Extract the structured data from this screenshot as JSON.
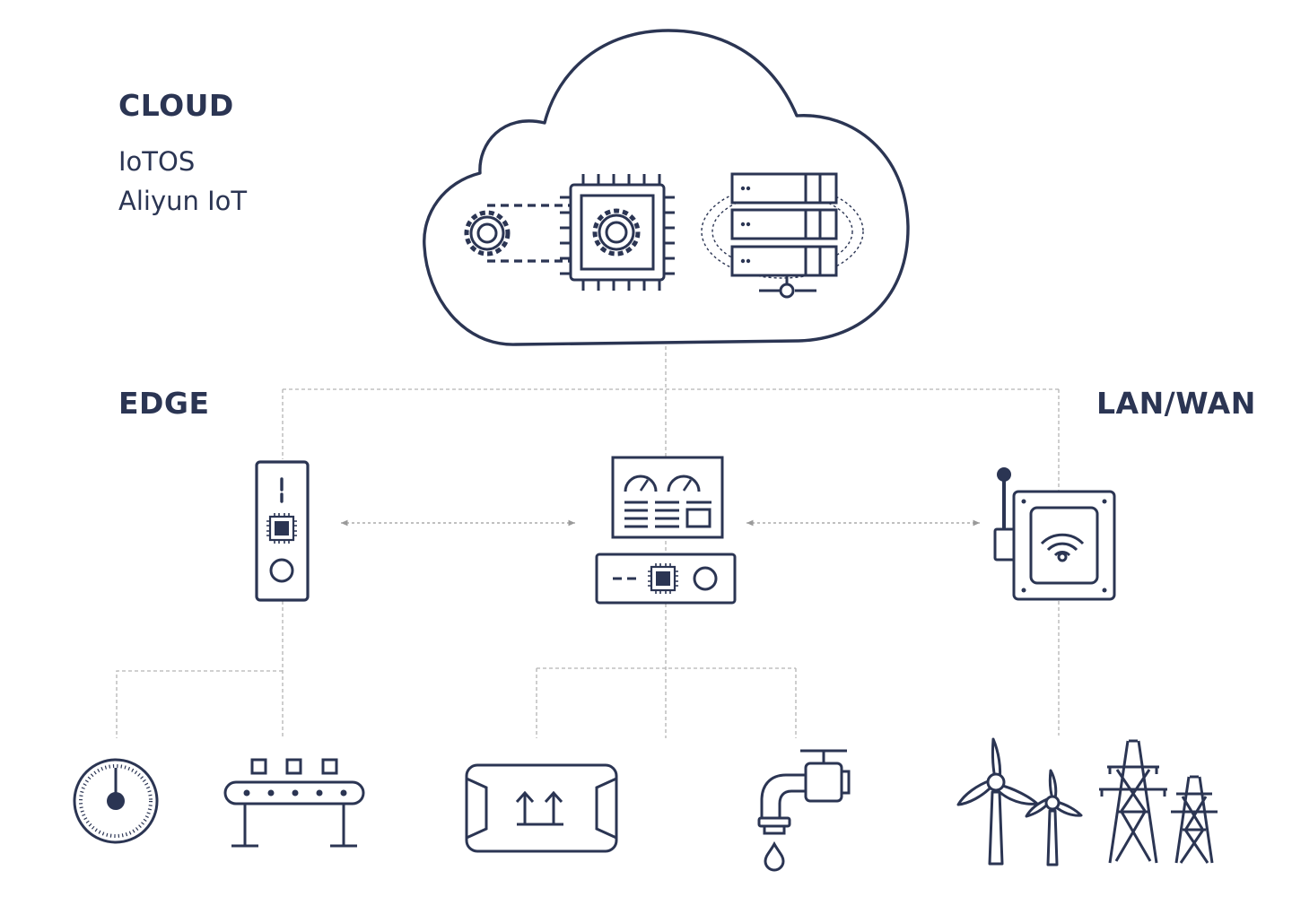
{
  "labels": {
    "cloud": "CLOUD",
    "cloud_items": [
      "IoTOS",
      "Aliyun IoT"
    ],
    "edge": "EDGE",
    "lan_wan": "LAN/WAN"
  },
  "colors": {
    "ink": "#2b3553",
    "connector": "#b4b4b4",
    "background": "#ffffff"
  },
  "icons": {
    "cloud": [
      "cloud-icon",
      "gear-icon",
      "cpu-chip-icon",
      "server-rack-icon"
    ],
    "edge": [
      "edge-gateway-icon",
      "industrial-controller-icon",
      "wireless-router-icon"
    ],
    "devices": [
      "pressure-gauge-icon",
      "conveyor-belt-icon",
      "container-icon",
      "water-tap-icon",
      "wind-turbine-icon",
      "power-tower-icon"
    ]
  }
}
